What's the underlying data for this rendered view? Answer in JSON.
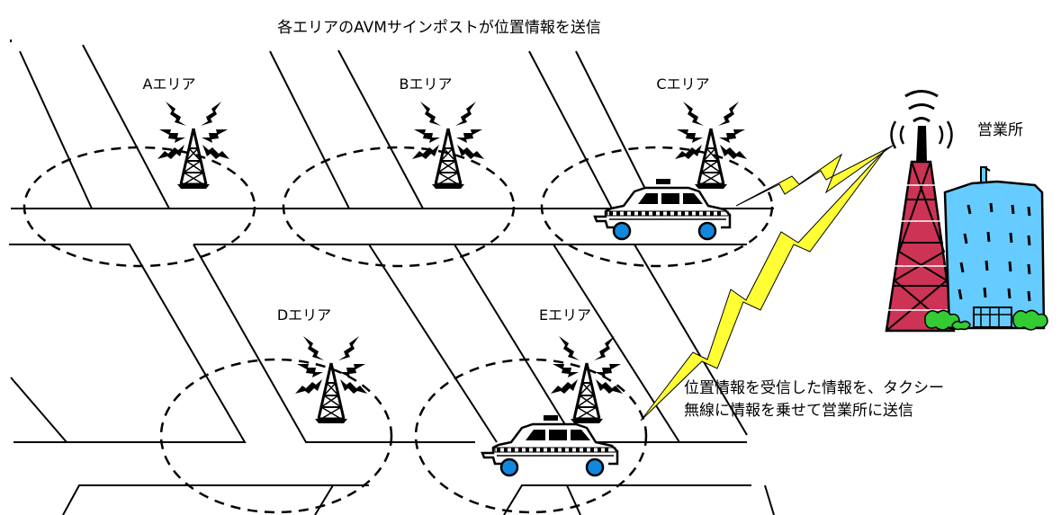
{
  "title": "各エリアのAVMサインポストが位置情報を送信",
  "areas": [
    {
      "label": "Aエリア"
    },
    {
      "label": "Bエリア"
    },
    {
      "label": "Cエリア"
    },
    {
      "label": "Dエリア"
    },
    {
      "label": "Eエリア"
    }
  ],
  "office": {
    "label": "営業所"
  },
  "note": {
    "line1": "位置情報を受信した情報を、タクシー",
    "line2": "無線に情報を乗せて営業所に送信"
  },
  "colors": {
    "lightning": "#ffff33",
    "tower_red": "#cc3355",
    "building": "#66ccff",
    "bush": "#33cc33",
    "wheel": "#1188dd"
  }
}
